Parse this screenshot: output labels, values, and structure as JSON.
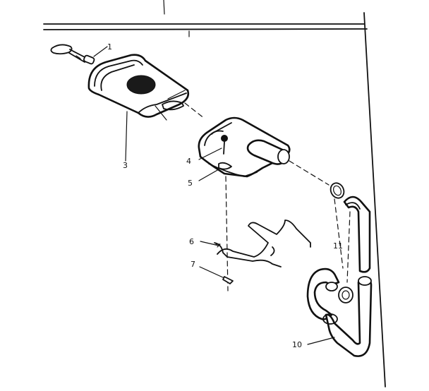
{
  "diagram": {
    "labels": {
      "part_1": "1",
      "part_3": "3",
      "part_4": "4",
      "part_5": "5",
      "part_6": "6",
      "part_7": "7",
      "part_10": "10",
      "part_11": "11"
    }
  }
}
